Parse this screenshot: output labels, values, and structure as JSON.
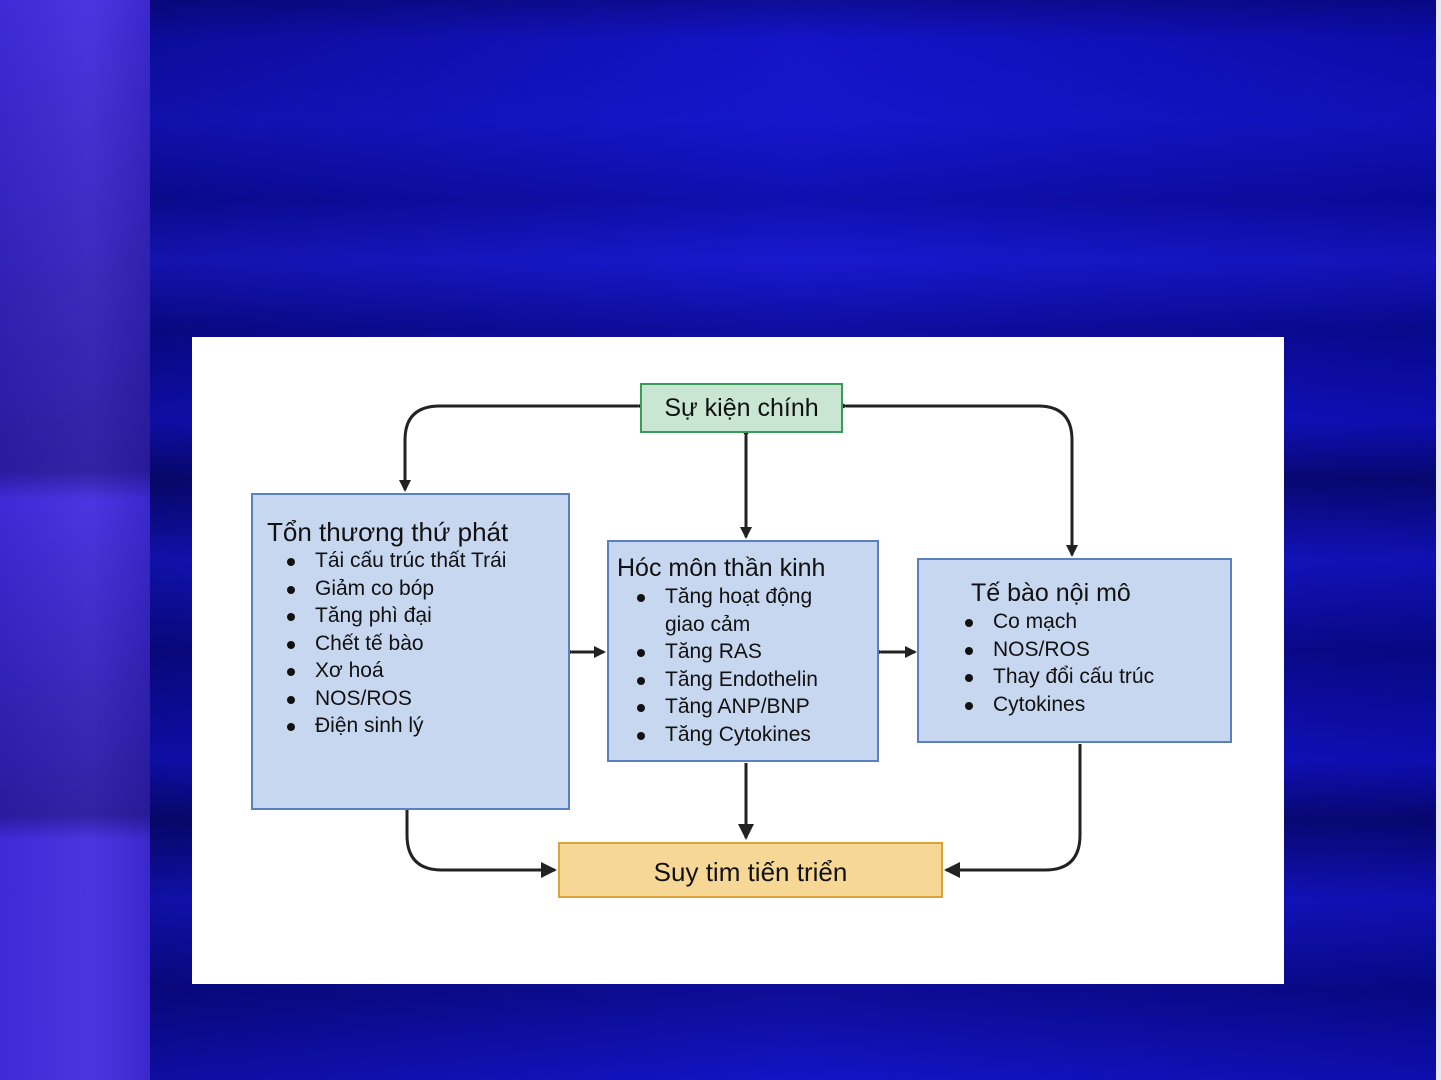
{
  "diagram": {
    "main_event": "Sự kiện chính",
    "secondary_injury": {
      "title": "Tổn thương thứ phát",
      "items": [
        "Tái cấu trúc thất Trái",
        "Giảm co bóp",
        "Tăng phì đại",
        "Chết tế bào",
        "Xơ hoá",
        "NOS/ROS",
        "Điện sinh lý"
      ]
    },
    "neurohormones": {
      "title": "Hóc môn thần kinh",
      "items": [
        "Tăng hoạt động giao cảm",
        "Tăng RAS",
        "Tăng Endothelin",
        "Tăng ANP/BNP",
        "Tăng Cytokines"
      ]
    },
    "endothelial_cells": {
      "title": "Tế bào nội mô",
      "items": [
        "Co mạch",
        "NOS/ROS",
        "Thay đổi cấu trúc",
        "Cytokines"
      ]
    },
    "outcome": "Suy tim tiến triển"
  },
  "colors": {
    "background": "#1010b8",
    "blue_box": "#c7d7f0",
    "green_box": "#c8e6d2",
    "orange_box": "#f7d795",
    "arrow": "#222222"
  }
}
